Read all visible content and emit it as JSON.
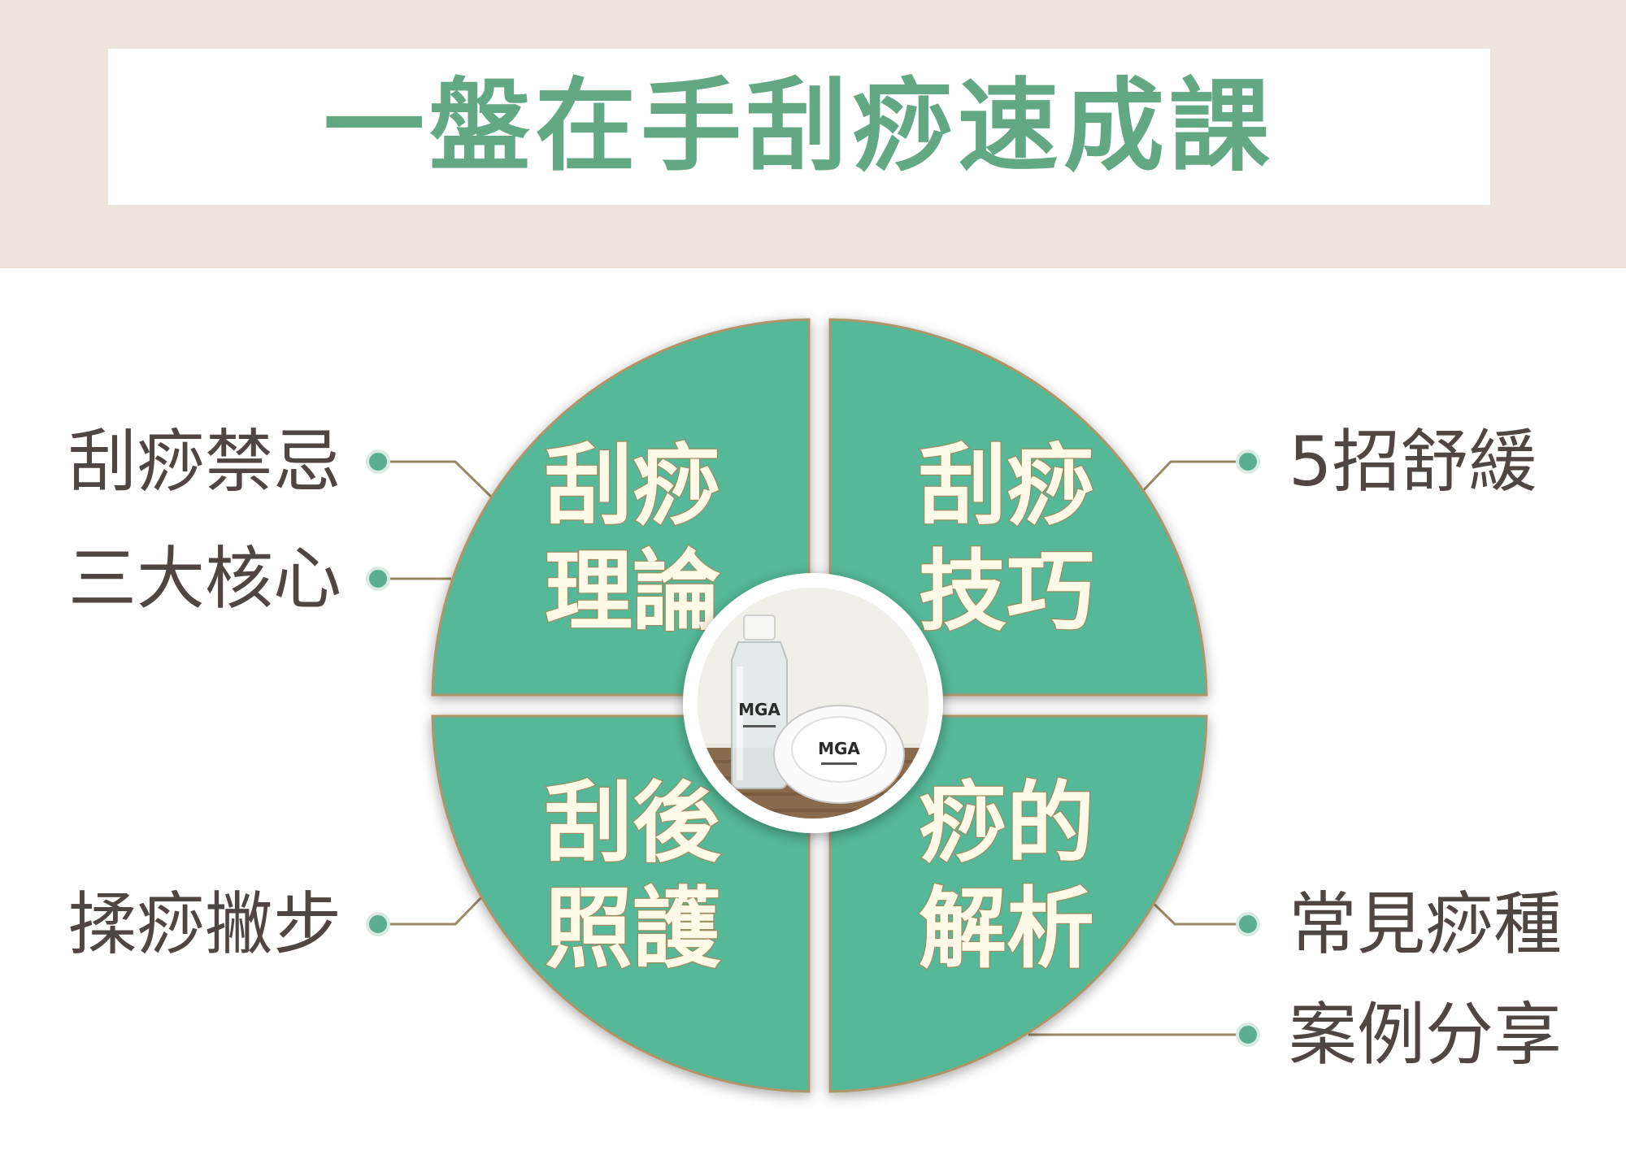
{
  "title": "一盤在手刮痧速成課",
  "colors": {
    "header_band": "#ede5dc",
    "title_text": "#62a883",
    "quadrant_fill": "#55b898",
    "quadrant_border": "#b09567",
    "quadrant_text": "#fff9e8",
    "connector_line": "#9a8a63",
    "connector_dot": "#5cae93",
    "side_label_text": "#4f4542"
  },
  "quadrants": [
    {
      "id": "top-left",
      "lines": [
        "刮痧",
        "理論"
      ]
    },
    {
      "id": "top-right",
      "lines": [
        "刮痧",
        "技巧"
      ]
    },
    {
      "id": "bottom-left",
      "lines": [
        "刮後",
        "照護"
      ]
    },
    {
      "id": "bottom-right",
      "lines": [
        "痧的",
        "解析"
      ]
    }
  ],
  "center_photo": {
    "bottle_logo": "MGA",
    "dish_logo": "MGA"
  },
  "side_labels": {
    "left": [
      "刮痧禁忌",
      "三大核心",
      "揉痧撇步"
    ],
    "right": [
      "5招舒緩",
      "常見痧種",
      "案例分享"
    ]
  }
}
